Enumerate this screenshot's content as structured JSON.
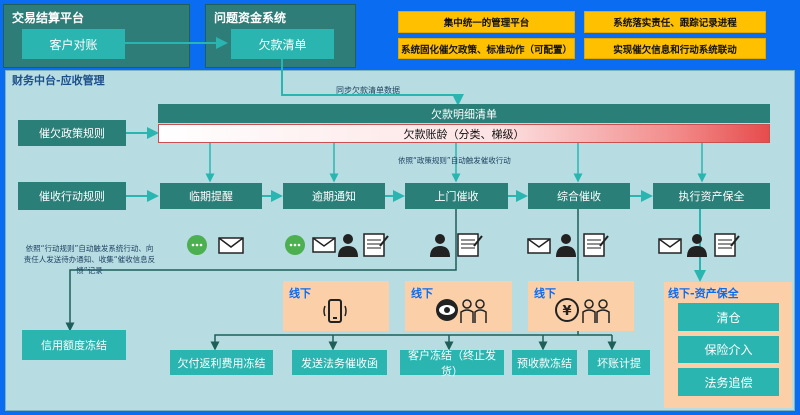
{
  "systems": {
    "trade": {
      "title": "交易结算平台",
      "button": "客户对账"
    },
    "funds": {
      "title": "问题资金系统",
      "button": "欠款清单"
    }
  },
  "highlights": [
    "集中统一的管理平台",
    "系统落实责任、跟踪记录进程",
    "系统固化催欠政策、标准动作（可配置）",
    "实现催欠信息和行动系统联动"
  ],
  "finance": {
    "title": "财务中台-应收管理",
    "sync_label": "同步欠款清单数据",
    "detail_title": "欠款明细清单",
    "aging_label": "欠款账龄（分类、梯级）",
    "policy_rule": "催欠政策规则",
    "action_rule": "催收行动规则",
    "auto_note": "依照“政策规则”自动触发催收行动",
    "task_note": "依照“行动规则”自动触发系统行动、向责任人发送待办通知、收集“催收信息反馈”记录",
    "stages": [
      "临期提醒",
      "逾期通知",
      "上门催收",
      "综合催收",
      "执行资产保全"
    ],
    "offline_label": "线下",
    "asset_label": "线下-资产保全",
    "asset_actions": [
      "清仓",
      "保险介入",
      "法务追偿"
    ],
    "bottom_actions": [
      "信用额度冻结",
      "欠付返利费用冻结",
      "发送法务催收函",
      "客户冻结（终止发货）",
      "预收款冻结",
      "坏账计提"
    ]
  }
}
